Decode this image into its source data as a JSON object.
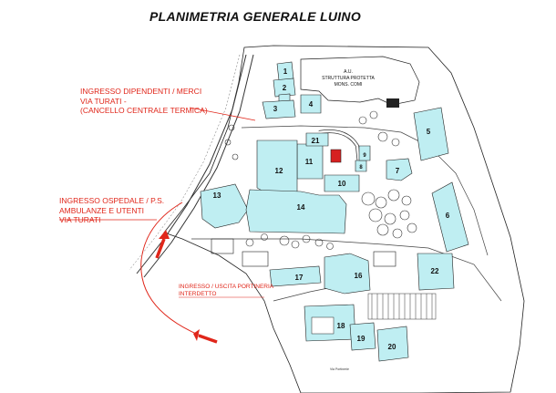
{
  "title": "PLANIMETRIA GENERALE LUINO",
  "labels": {
    "staff_entrance": [
      "INGRESSO DIPENDENTI / MERCI",
      "VIA TURATI -",
      "(CANCELLO CENTRALE TERMICA)"
    ],
    "hospital_entrance": [
      "INGRESSO OSPEDALE / P.S.",
      "AMBULANZE E UTENTI",
      "VIA TURATI"
    ],
    "portineria": [
      "INGRESSO / USCITA PORTINERIA",
      "INTERDETTO"
    ]
  },
  "rsa_label": [
    "A.U.",
    "STRUTTURA PROTETTA",
    "MONS. COMI"
  ],
  "street_label": "Via Portinerie",
  "buildings": [
    "1",
    "2",
    "3",
    "4",
    "5",
    "6",
    "7",
    "8",
    "9",
    "10",
    "11",
    "12",
    "13",
    "14",
    "16",
    "17",
    "18",
    "19",
    "20",
    "21",
    "22"
  ],
  "colors": {
    "building": "#bfeef2",
    "red": "#e0261a",
    "line": "#222222",
    "highlight": "#d62020"
  }
}
